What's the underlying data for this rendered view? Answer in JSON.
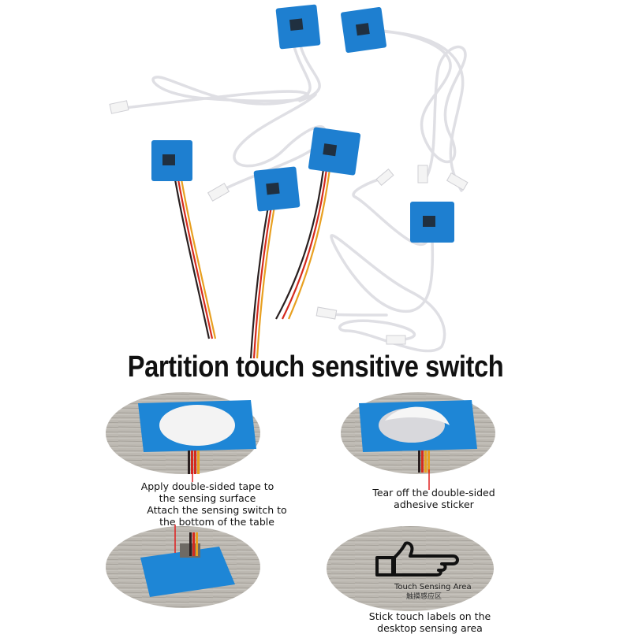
{
  "headline": "Partition touch sensitive switch",
  "steps": [
    {
      "caption": "Apply double-sided tape to\nthe sensing surface"
    },
    {
      "caption": "Tear off the double-sided\nadhesive sticker"
    },
    {
      "caption": "Attach the sensing switch to\nthe bottom of the table"
    },
    {
      "caption": "Stick touch labels on the\ndesktop sensing area"
    }
  ],
  "touch_label": {
    "english": "Touch Sensing Area",
    "chinese": "触摸感应区"
  },
  "colors": {
    "pcb_blue": "#1e7fd0",
    "wire_white": "#e6e6ea",
    "wire_red": "#d42a1e",
    "wire_orange": "#e8a020",
    "wire_black": "#2a2020",
    "wood_gray": "#b9b6b0",
    "pointer_red": "#e02020"
  },
  "icons": [
    "thumb-touch-icon"
  ]
}
